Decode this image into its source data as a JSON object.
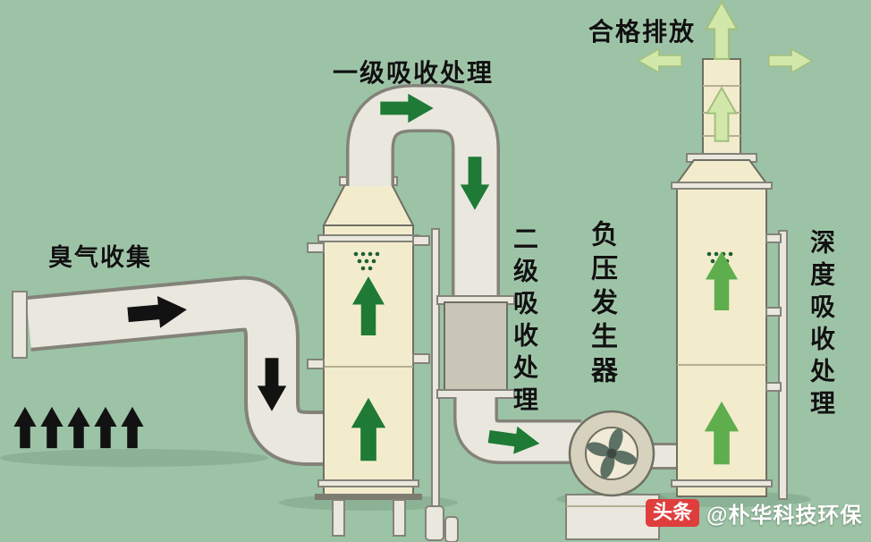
{
  "labels": {
    "odor_collection": "臭气收集",
    "stage1": "一级吸收处理",
    "stage2": "二级吸收处理",
    "negative_pressure": "负压发生器",
    "deep_absorption": "深度吸收处理",
    "emission": "合格排放"
  },
  "watermark": {
    "badge": "头条",
    "handle": "@朴华科技环保"
  },
  "icons": {
    "flow_arrows": "arrow-icon",
    "fan": "fan-icon"
  },
  "colors": {
    "background": "#9cc3a5",
    "duct": "#e9e7de",
    "duct_edge": "#83837a",
    "tower": "#f2eccd",
    "tower_edge": "#6f6f63",
    "box_gray": "#c9c6b8",
    "arrow_black": "#121212",
    "arrow_green": "#1e7a35",
    "arrow_green_soft": "#5fae4e",
    "arrow_pale": "#d2e8ab",
    "arrow_pale_edge": "#a3c07f",
    "badge_red": "#e03d3d",
    "text": "#111111"
  }
}
